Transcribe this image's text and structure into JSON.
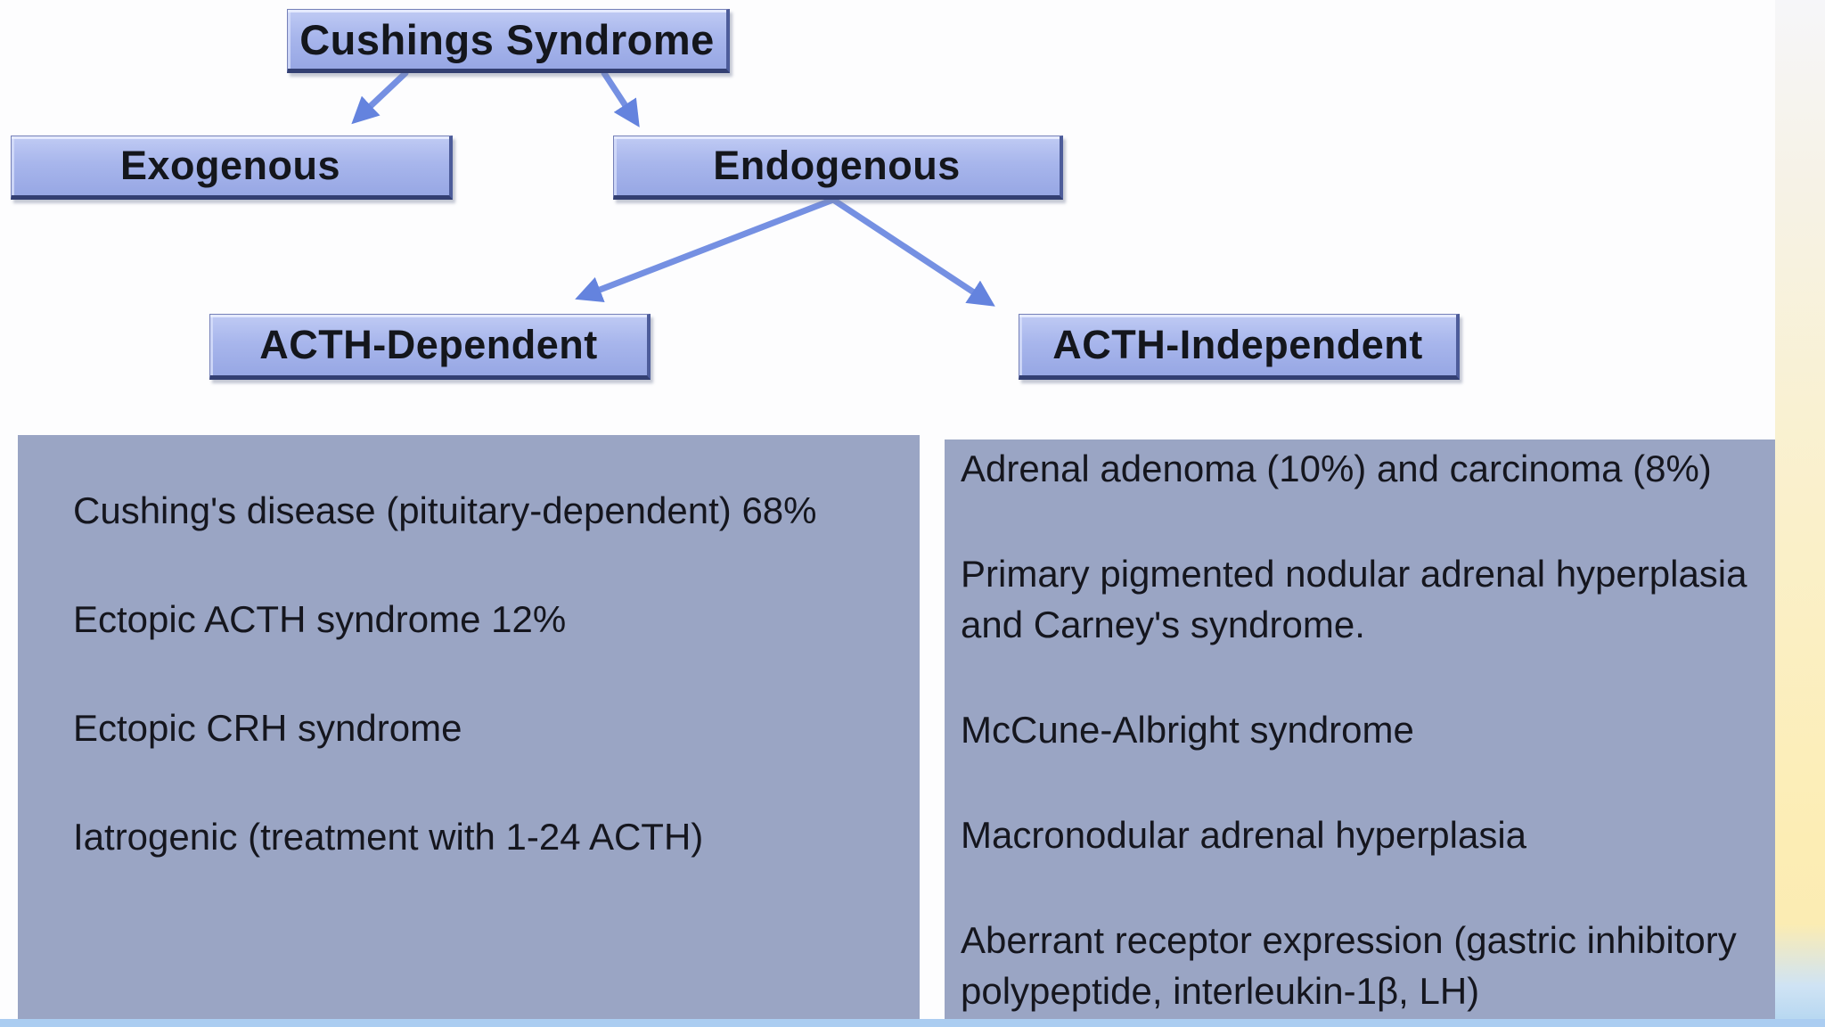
{
  "diagram": {
    "title": "Cushings Syndrome",
    "nodes": {
      "root": {
        "label": "Cushings Syndrome"
      },
      "exogenous": {
        "label": "Exogenous"
      },
      "endogenous": {
        "label": "Endogenous"
      },
      "acth_dependent": {
        "label": "ACTH-Dependent"
      },
      "acth_independent": {
        "label": "ACTH-Independent"
      }
    },
    "edges": [
      {
        "from": "root",
        "to": "exogenous"
      },
      {
        "from": "root",
        "to": "endogenous"
      },
      {
        "from": "endogenous",
        "to": "acth_dependent"
      },
      {
        "from": "endogenous",
        "to": "acth_independent"
      }
    ],
    "panels": {
      "acth_dependent_list": {
        "items": [
          "Cushing's disease (pituitary-dependent) 68%",
          "Ectopic ACTH syndrome 12%",
          "Ectopic CRH syndrome",
          "Iatrogenic (treatment with 1-24 ACTH)"
        ]
      },
      "acth_independent_list": {
        "items": [
          "Adrenal adenoma (10%) and carcinoma (8%)",
          "Primary pigmented nodular adrenal hyperplasia and Carney's syndrome.",
          "McCune-Albright syndrome",
          "Macronodular adrenal hyperplasia",
          "Aberrant receptor expression (gastric inhibitory polypeptide, interleukin-1β, LH)"
        ]
      }
    },
    "colors": {
      "node_fill": "#a8b6ec",
      "node_border_dark": "#333f72",
      "panel_fill": "#9aa5c4",
      "arrow": "#7590e2",
      "text": "#15161e",
      "bottom_strip": "#abcdf1",
      "side_strip_yellow": "#fcedb4",
      "side_strip_blue": "#b2d5f0"
    }
  }
}
